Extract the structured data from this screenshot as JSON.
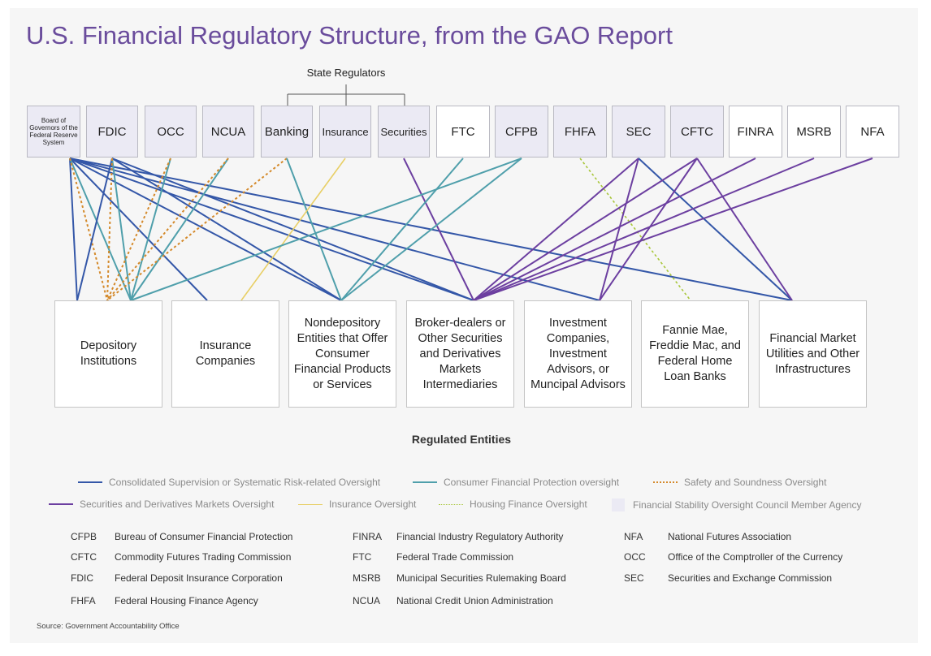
{
  "title": "U.S. Financial Regulatory Structure, from the GAO Report",
  "state_regulators_label": "State Regulators",
  "regulated_entities_label": "Regulated Entities",
  "source": "Source: Government Accountability Office",
  "colors": {
    "consolidated": "#3457a8",
    "consumer": "#4f9fab",
    "safety": "#d4892a",
    "securities": "#6c3fa0",
    "insurance": "#e8cf66",
    "housing": "#a8c63a",
    "fsoc_fill": "#ebeaf4",
    "title": "#6a4c9c"
  },
  "agencies": [
    {
      "id": "fed",
      "label": "Board of Governors of the Federal Reserve System",
      "fsoc": true
    },
    {
      "id": "fdic",
      "label": "FDIC",
      "fsoc": true
    },
    {
      "id": "occ",
      "label": "OCC",
      "fsoc": true
    },
    {
      "id": "ncua",
      "label": "NCUA",
      "fsoc": true
    },
    {
      "id": "banking",
      "label": "Banking",
      "fsoc": true
    },
    {
      "id": "insurance",
      "label": "Insurance",
      "fsoc": true
    },
    {
      "id": "securities",
      "label": "Securities",
      "fsoc": true
    },
    {
      "id": "ftc",
      "label": "FTC",
      "fsoc": false
    },
    {
      "id": "cfpb",
      "label": "CFPB",
      "fsoc": true
    },
    {
      "id": "fhfa",
      "label": "FHFA",
      "fsoc": true
    },
    {
      "id": "sec",
      "label": "SEC",
      "fsoc": true
    },
    {
      "id": "cftc",
      "label": "CFTC",
      "fsoc": true
    },
    {
      "id": "finra",
      "label": "FINRA",
      "fsoc": false
    },
    {
      "id": "msrb",
      "label": "MSRB",
      "fsoc": false
    },
    {
      "id": "nfa",
      "label": "NFA",
      "fsoc": false
    }
  ],
  "entities": [
    {
      "id": "depository",
      "label": "Depository Institutions"
    },
    {
      "id": "insco",
      "label": "Insurance Companies"
    },
    {
      "id": "nondep",
      "label": "Nondepository Entities that Offer Consumer Financial Products or Services"
    },
    {
      "id": "broker",
      "label": "Broker-dealers or Other Securities and Derivatives Markets Intermediaries"
    },
    {
      "id": "invest",
      "label": "Investment Companies, Investment Advisors, or Muncipal Advisors"
    },
    {
      "id": "gse",
      "label": "Fannie Mae, Freddie Mac, and Federal Home Loan Banks"
    },
    {
      "id": "fmu",
      "label": "Financial Market Utilities and Other Infrastructures"
    }
  ],
  "links": [
    {
      "from": "fed",
      "to": "depository",
      "type": "consolidated"
    },
    {
      "from": "fed",
      "to": "insco",
      "type": "consolidated"
    },
    {
      "from": "fed",
      "to": "nondep",
      "type": "consolidated"
    },
    {
      "from": "fed",
      "to": "broker",
      "type": "consolidated"
    },
    {
      "from": "fed",
      "to": "invest",
      "type": "consolidated"
    },
    {
      "from": "fed",
      "to": "fmu",
      "type": "consolidated"
    },
    {
      "from": "fed",
      "to": "depository",
      "type": "consumer"
    },
    {
      "from": "fed",
      "to": "depository",
      "type": "safety"
    },
    {
      "from": "fdic",
      "to": "depository",
      "type": "consolidated"
    },
    {
      "from": "fdic",
      "to": "nondep",
      "type": "consolidated"
    },
    {
      "from": "fdic",
      "to": "broker",
      "type": "consolidated"
    },
    {
      "from": "fdic",
      "to": "depository",
      "type": "consumer"
    },
    {
      "from": "fdic",
      "to": "depository",
      "type": "safety"
    },
    {
      "from": "occ",
      "to": "depository",
      "type": "consumer"
    },
    {
      "from": "occ",
      "to": "depository",
      "type": "safety"
    },
    {
      "from": "ncua",
      "to": "depository",
      "type": "consumer"
    },
    {
      "from": "ncua",
      "to": "depository",
      "type": "safety"
    },
    {
      "from": "banking",
      "to": "depository",
      "type": "safety"
    },
    {
      "from": "banking",
      "to": "nondep",
      "type": "consumer"
    },
    {
      "from": "insurance",
      "to": "insco",
      "type": "insurance"
    },
    {
      "from": "securities",
      "to": "broker",
      "type": "securities"
    },
    {
      "from": "ftc",
      "to": "nondep",
      "type": "consumer"
    },
    {
      "from": "cfpb",
      "to": "depository",
      "type": "consumer"
    },
    {
      "from": "cfpb",
      "to": "nondep",
      "type": "consumer"
    },
    {
      "from": "fhfa",
      "to": "gse",
      "type": "housing"
    },
    {
      "from": "sec",
      "to": "broker",
      "type": "securities"
    },
    {
      "from": "sec",
      "to": "invest",
      "type": "securities"
    },
    {
      "from": "sec",
      "to": "fmu",
      "type": "consolidated"
    },
    {
      "from": "cftc",
      "to": "broker",
      "type": "securities"
    },
    {
      "from": "cftc",
      "to": "invest",
      "type": "securities"
    },
    {
      "from": "cftc",
      "to": "fmu",
      "type": "securities"
    },
    {
      "from": "finra",
      "to": "broker",
      "type": "securities"
    },
    {
      "from": "msrb",
      "to": "broker",
      "type": "securities"
    },
    {
      "from": "nfa",
      "to": "broker",
      "type": "securities"
    }
  ],
  "legend": [
    {
      "type": "consolidated",
      "label": "Consolidated Supervision or Systematic Risk-related Oversight"
    },
    {
      "type": "consumer",
      "label": "Consumer Financial Protection oversight"
    },
    {
      "type": "safety",
      "label": "Safety and Soundness Oversight"
    },
    {
      "type": "securities",
      "label": "Securities and Derivatives Markets Oversight"
    },
    {
      "type": "insurance",
      "label": "Insurance Oversight"
    },
    {
      "type": "housing",
      "label": "Housing Finance Oversight"
    },
    {
      "type": "fsoc",
      "label": "Financial Stability Oversight Council Member Agency"
    }
  ],
  "glossary": [
    {
      "abbr": "CFPB",
      "full": "Bureau of Consumer Financial Protection"
    },
    {
      "abbr": "CFTC",
      "full": "Commodity Futures Trading Commission"
    },
    {
      "abbr": "FDIC",
      "full": "Federal Deposit Insurance Corporation"
    },
    {
      "abbr": "FHFA",
      "full": "Federal Housing Finance Agency"
    },
    {
      "abbr": "FINRA",
      "full": "Financial Industry Regulatory Authority"
    },
    {
      "abbr": "FTC",
      "full": "Federal Trade Commission"
    },
    {
      "abbr": "MSRB",
      "full": "Municipal Securities Rulemaking Board"
    },
    {
      "abbr": "NCUA",
      "full": "National Credit Union Administration"
    },
    {
      "abbr": "NFA",
      "full": "National Futures Association"
    },
    {
      "abbr": "OCC",
      "full": "Office of the Comptroller of the Currency"
    },
    {
      "abbr": "SEC",
      "full": "Securities and Exchange Commission"
    }
  ]
}
